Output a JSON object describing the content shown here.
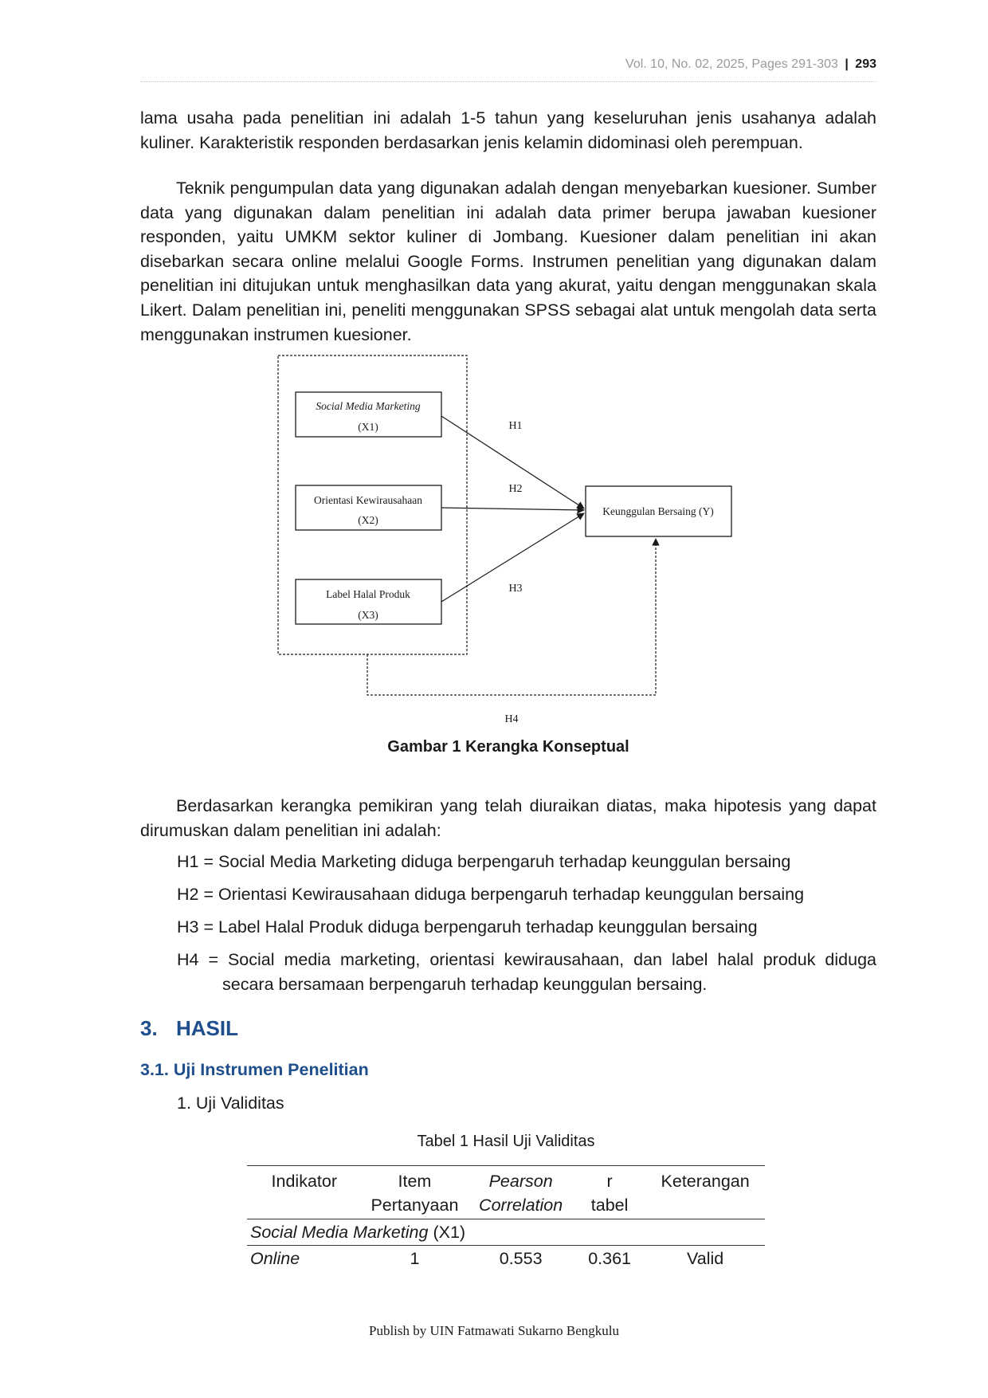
{
  "header": {
    "journal": "Vol. 10, No. 02, 2025, Pages 291-303",
    "separator": "|",
    "page_number": "293"
  },
  "paragraphs": {
    "p1": "lama usaha pada penelitian ini adalah 1-5 tahun yang keseluruhan jenis usahanya adalah kuliner. Karakteristik responden berdasarkan jenis kelamin didominasi oleh perempuan.",
    "p2": "Teknik pengumpulan data yang digunakan adalah dengan menyebarkan kuesioner. Sumber data yang digunakan dalam penelitian ini adalah data primer berupa jawaban kuesioner responden, yaitu UMKM sektor kuliner di Jombang. Kuesioner dalam penelitian ini akan disebarkan secara online melalui Google Forms. Instrumen penelitian yang digunakan dalam penelitian ini ditujukan untuk menghasilkan data yang akurat, yaitu dengan menggunakan skala Likert. Dalam penelitian ini, peneliti menggunakan SPSS sebagai alat untuk mengolah data serta menggunakan instrumen kuesioner.",
    "p3": "Berdasarkan kerangka pemikiran yang telah diuraikan diatas, maka hipotesis yang dapat dirumuskan dalam penelitian ini adalah:"
  },
  "figure": {
    "x1_name": "Social Media Marketing",
    "x1_code": "(X1)",
    "x2_name": "Orientasi Kewirausahaan",
    "x2_code": "(X2)",
    "x3_name": "Label Halal Produk",
    "x3_code": "(X3)",
    "y_name": "Keunggulan Bersaing (Y)",
    "h1": "H1",
    "h2": "H2",
    "h3": "H3",
    "h4": "H4",
    "caption": "Gambar 1 Kerangka Konseptual"
  },
  "hypotheses": [
    "H1 = Social Media Marketing diduga berpengaruh terhadap keunggulan bersaing",
    "H2 = Orientasi Kewirausahaan diduga berpengaruh terhadap keunggulan bersaing",
    "H3 = Label Halal Produk diduga berpengaruh terhadap keunggulan bersaing",
    "H4 = Social media marketing, orientasi kewirausahaan, dan label halal produk diduga secara bersamaan berpengaruh terhadap keunggulan bersaing."
  ],
  "section": {
    "number": "3.",
    "title": "HASIL"
  },
  "subsection": {
    "title": "3.1. Uji Instrumen Penelitian"
  },
  "list": {
    "item1": "1.  Uji Validitas"
  },
  "table": {
    "caption": "Tabel 1 Hasil Uji Validitas",
    "headers": {
      "indikator": "Indikator",
      "item_1": "Item",
      "item_2": "Pertanyaan",
      "pearson_1": "Pearson",
      "pearson_2": "Correlation",
      "r_1": "r",
      "r_2": "tabel",
      "ket": "Keterangan"
    },
    "group": {
      "name": "Social Media Marketing",
      "code": "(X1)"
    },
    "rows": [
      {
        "indikator": "Online",
        "item": "1",
        "pearson": "0.553",
        "r": "0.361",
        "ket": "Valid"
      }
    ]
  },
  "footer": "Publish by UIN Fatmawati Sukarno Bengkulu"
}
